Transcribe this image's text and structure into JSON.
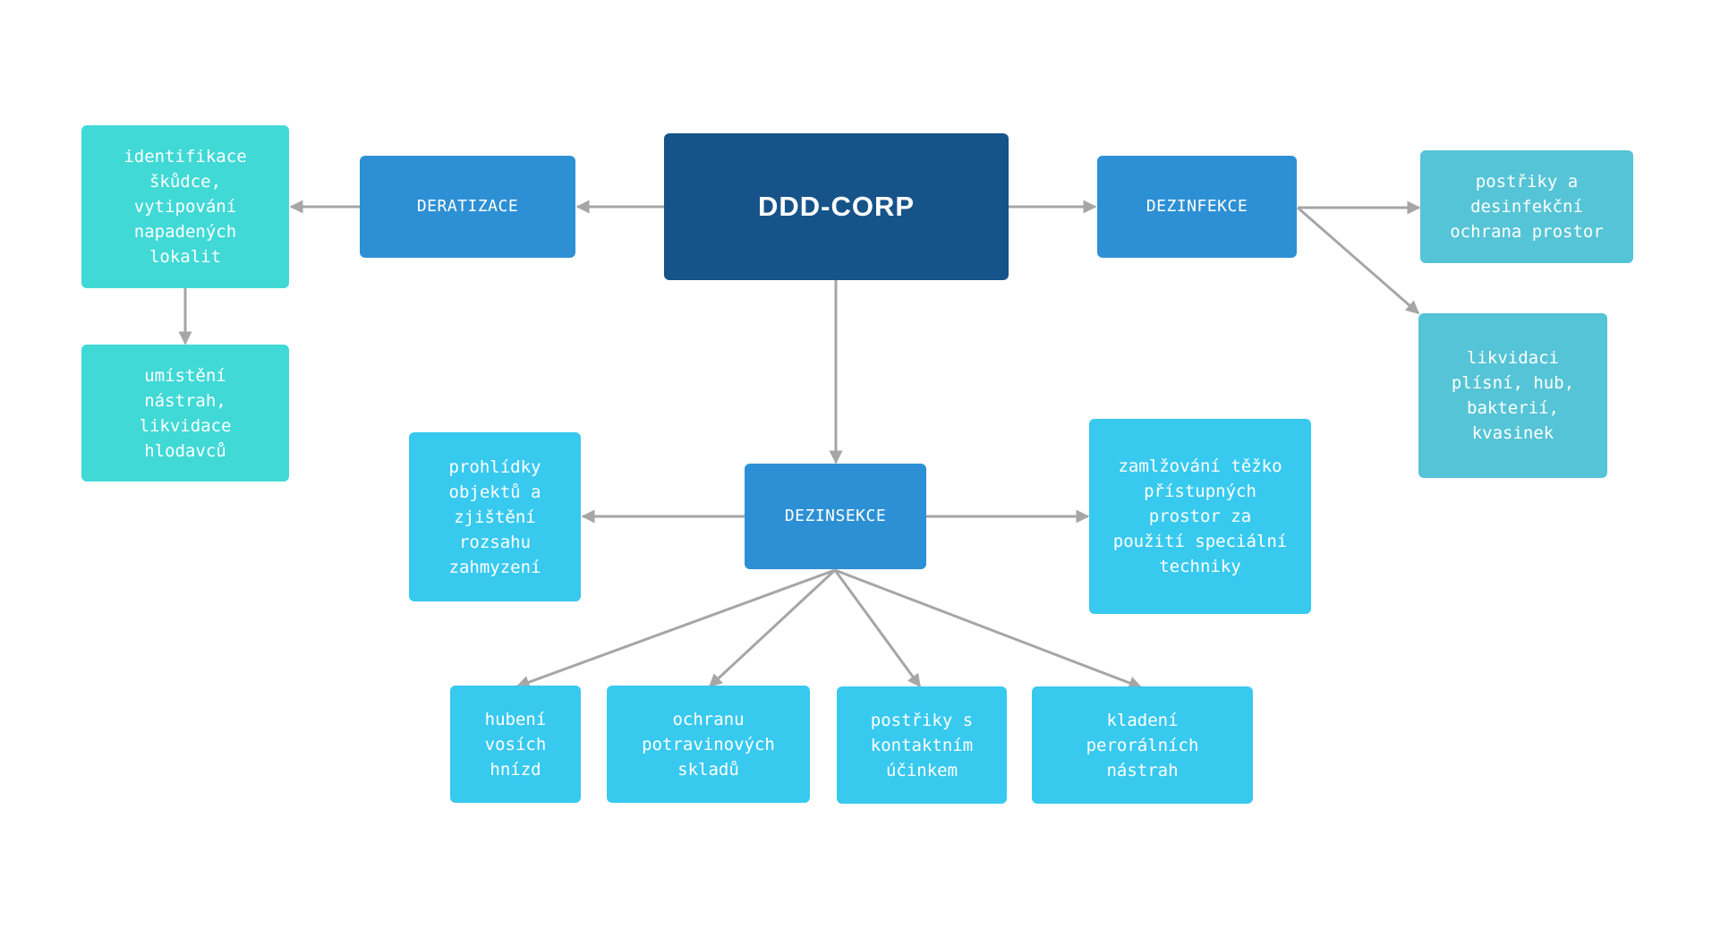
{
  "diagram": {
    "colors": {
      "root": "#165389",
      "branch": "#2d90d5",
      "teal": "#40d9d6",
      "steel": "#55c4d6",
      "sky": "#38c9ef",
      "edge": "#a6a6a6"
    },
    "nodes": {
      "root": {
        "label": "DDD-CORP"
      },
      "deratizace": {
        "label": "DERATIZACE"
      },
      "dezinfekce": {
        "label": "DEZINFEKCE"
      },
      "dezinsekce": {
        "label": "DEZINSEKCE"
      },
      "der_1": {
        "label": "identifikace\nškůdce,\nvytipování\nnapadených\nlokalit"
      },
      "der_2": {
        "label": "umístění\nnástrah,\nlikvidace\nhlodavců"
      },
      "dinf_1": {
        "label": "postřiky a\ndesinfekční\nochrana prostor"
      },
      "dinf_2": {
        "label": "likvidaci\nplísní, hub,\nbakterií,\nkvasinek"
      },
      "dins_left": {
        "label": "prohlídky\nobjektů a\nzjištění\nrozsahu\nzahmyzení"
      },
      "dins_right": {
        "label": "zamlžování těžko\npřístupných\nprostor za\npoužití speciální\ntechniky"
      },
      "dins_b1": {
        "label": "hubení\nvosích\nhnízd"
      },
      "dins_b2": {
        "label": "ochranu\npotravinových\nskladů"
      },
      "dins_b3": {
        "label": "postřiky s\nkontaktním\núčinkem"
      },
      "dins_b4": {
        "label": "kladení\nperorálních\nnástrah"
      }
    },
    "edges": [
      {
        "from": "root",
        "to": "deratizace"
      },
      {
        "from": "deratizace",
        "to": "der_1"
      },
      {
        "from": "der_1",
        "to": "der_2"
      },
      {
        "from": "root",
        "to": "dezinfekce"
      },
      {
        "from": "dezinfekce",
        "to": "dinf_1"
      },
      {
        "from": "dezinfekce",
        "to": "dinf_2"
      },
      {
        "from": "root",
        "to": "dezinsekce"
      },
      {
        "from": "dezinsekce",
        "to": "dins_left"
      },
      {
        "from": "dezinsekce",
        "to": "dins_right"
      },
      {
        "from": "dezinsekce",
        "to": "dins_b1"
      },
      {
        "from": "dezinsekce",
        "to": "dins_b2"
      },
      {
        "from": "dezinsekce",
        "to": "dins_b3"
      },
      {
        "from": "dezinsekce",
        "to": "dins_b4"
      }
    ]
  }
}
